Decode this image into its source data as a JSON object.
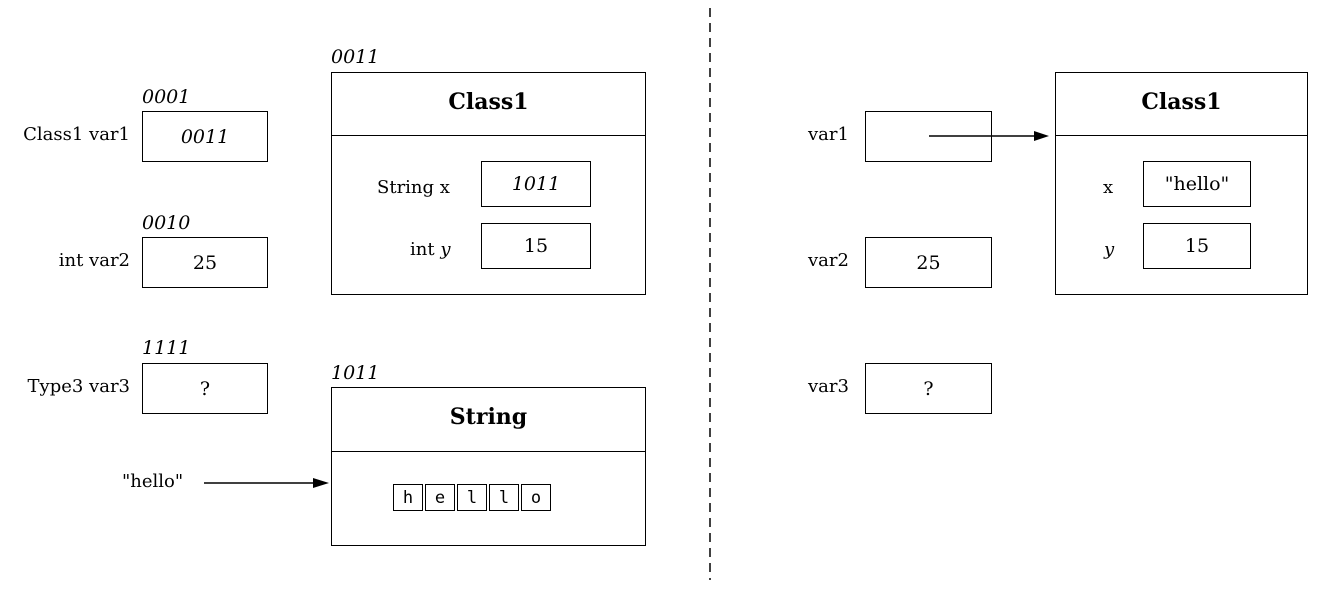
{
  "left": {
    "var1": {
      "address": "0001",
      "label": "Class1 var1",
      "value": "0011"
    },
    "var2": {
      "address": "0010",
      "label": "int var2",
      "value": "25"
    },
    "var3": {
      "address": "1111",
      "label": "Type3 var3",
      "value": "?"
    },
    "class1_object": {
      "address": "0011",
      "title": "Class1",
      "fields": [
        {
          "label": "String x",
          "value": "1011"
        },
        {
          "label_type": "int",
          "label_name": "y",
          "value": "15"
        }
      ]
    },
    "string_object": {
      "address": "1011",
      "title": "String",
      "chars": [
        "h",
        "e",
        "l",
        "l",
        "o"
      ]
    },
    "literal": "\"hello\""
  },
  "right": {
    "var1": {
      "label": "var1",
      "value": ""
    },
    "var2": {
      "label": "var2",
      "value": "25"
    },
    "var3": {
      "label": "var3",
      "value": "?"
    },
    "class1_object": {
      "title": "Class1",
      "fields": [
        {
          "label": "x",
          "value": "\"hello\""
        },
        {
          "label": "y",
          "value": "15"
        }
      ]
    }
  }
}
